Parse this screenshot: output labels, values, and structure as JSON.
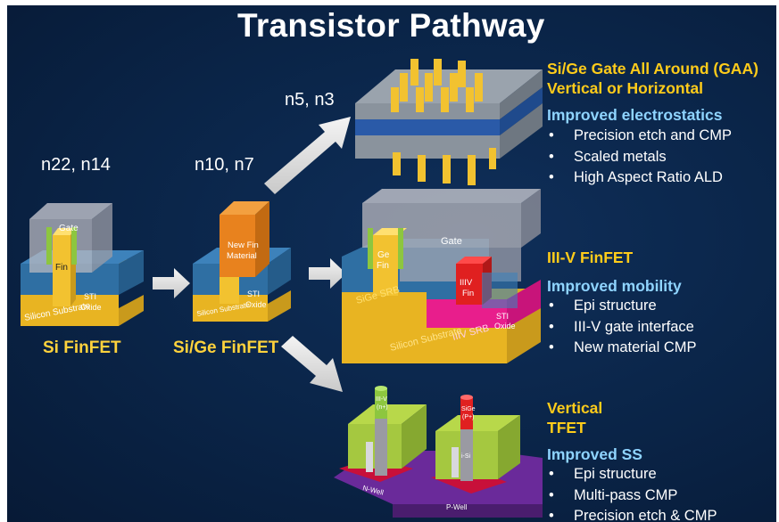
{
  "title": "Transistor Pathway",
  "nodes": {
    "n22_n14": "n22, n14",
    "n10_n7": "n10, n7",
    "n5_n3": "n5, n3"
  },
  "captions": {
    "si_finfet": "Si FinFET",
    "sige_finfet": "Si/Ge FinFET"
  },
  "diagram_labels": {
    "si": {
      "gate": "Gate",
      "fin": "Fin",
      "sti": "STI",
      "oxide": "Oxide",
      "substrate": "Silicon Substrate"
    },
    "sige": {
      "new_fin_1": "New Fin",
      "new_fin_2": "Material",
      "sti": "STI",
      "oxide": "Oxide",
      "substrate": "Silicon Substrate"
    },
    "iiiv": {
      "gate": "Gate",
      "ge_1": "Ge",
      "ge_2": "Fin",
      "iiiv_1": "IIIV",
      "iiiv_2": "Fin",
      "sige_srb": "SiGe SRB",
      "iiiv_srb": "IIIV SRB",
      "sti": "STI",
      "oxide": "Oxide",
      "substrate": "Silicon Substrate"
    },
    "tfet": {
      "iiiv_1": "III-V",
      "iiiv_2": "(n+)",
      "sige_1": "SiGe",
      "sige_2": "(P+)",
      "isi": "i-Si",
      "nwell": "N-Well",
      "pwell": "P-Well"
    }
  },
  "sections": {
    "gaa": {
      "heading_line1": "Si/Ge Gate All Around (GAA)",
      "heading_line2": "Vertical or Horizontal",
      "subheading": "Improved electrostatics",
      "bullets": [
        "Precision etch and CMP",
        "Scaled metals",
        "High Aspect Ratio ALD"
      ]
    },
    "iiiv": {
      "heading": "III-V FinFET",
      "subheading": "Improved mobility",
      "bullets": [
        "Epi structure",
        "III-V gate interface",
        "New material CMP"
      ]
    },
    "tfet": {
      "heading_line1": "Vertical",
      "heading_line2": "TFET",
      "subheading": "Improved SS",
      "bullets": [
        "Epi structure",
        "Multi-pass CMP",
        "Precision etch & CMP"
      ]
    }
  },
  "colors": {
    "background": "#0a2447",
    "heading_yellow": "#ffcc1a",
    "subheading_blue": "#8fd4ff",
    "substrate": "#e8b422",
    "sti": "#2f6fa3",
    "fin": "#f2c230",
    "iiiv_fin": "#e02020",
    "nwell": "#c8103a",
    "pwell": "#6a2a9a"
  }
}
